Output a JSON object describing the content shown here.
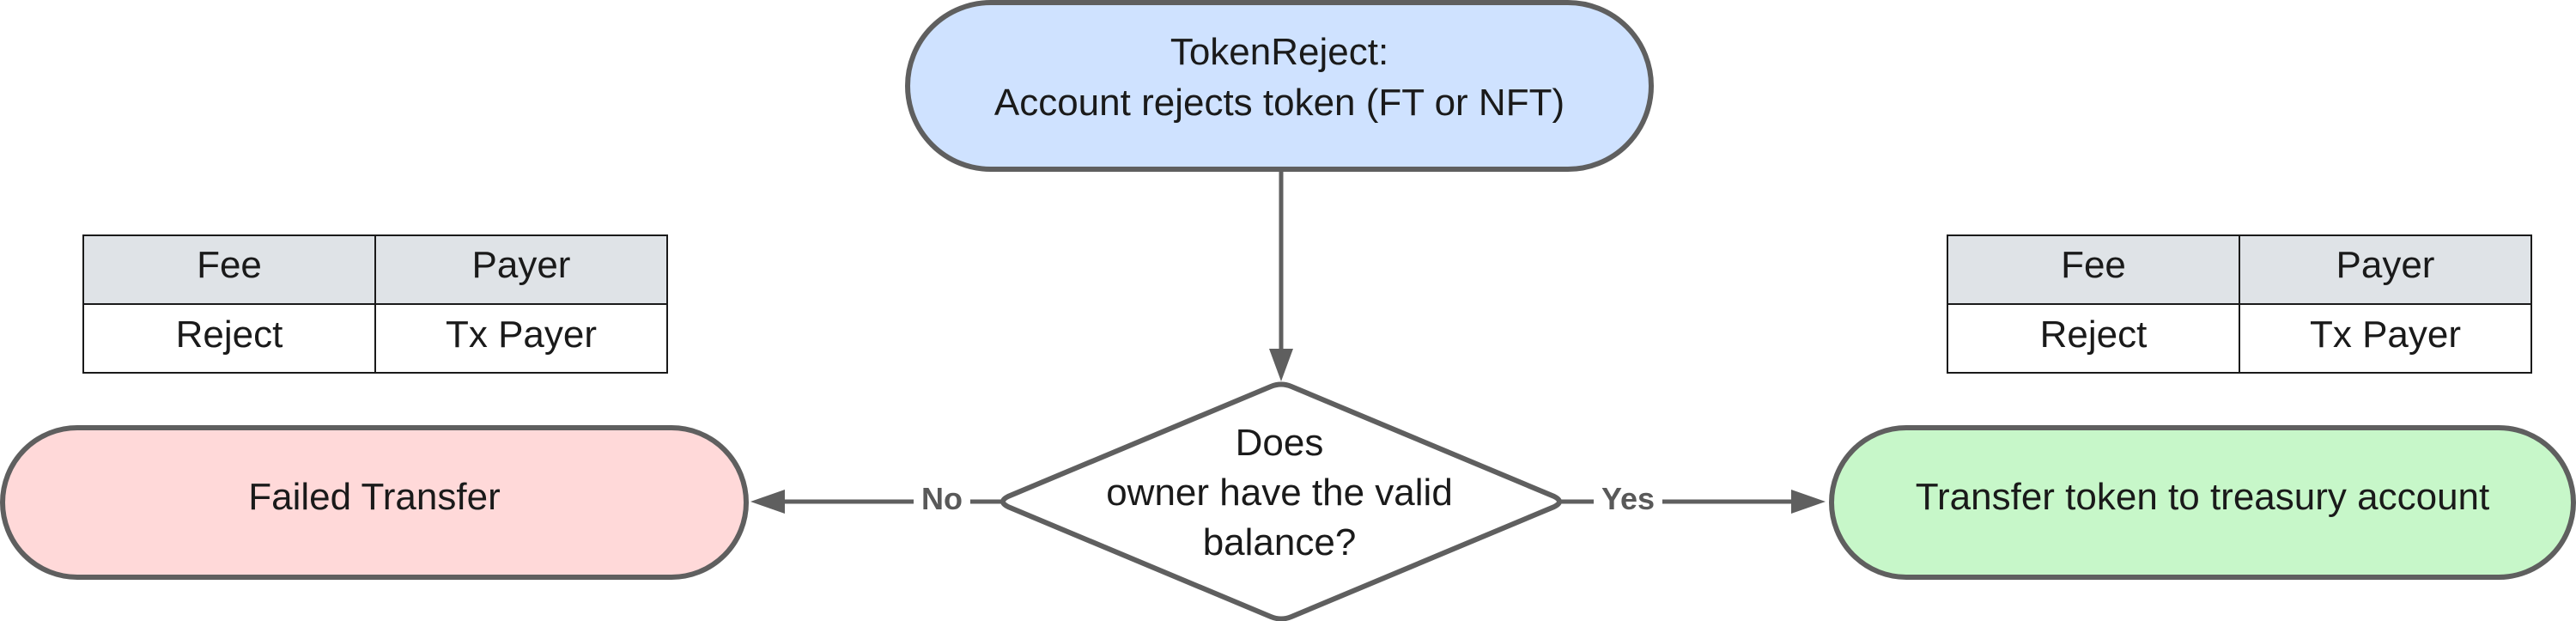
{
  "colors": {
    "stroke": "#5f5f5f",
    "start_fill": "#cfe2ff",
    "fail_fill": "#ffd9d9",
    "success_fill": "#c7f7c9",
    "table_header_fill": "#dfe3e7",
    "table_body_fill": "#ffffff"
  },
  "start": {
    "line1": "TokenReject:",
    "line2": "Account rejects token (FT or NFT)"
  },
  "decision": {
    "line1": "Does",
    "line2": "owner have the valid",
    "line3": "balance?"
  },
  "fail": {
    "label": "Failed Transfer"
  },
  "success": {
    "label": "Transfer token to treasury account"
  },
  "edges": {
    "no_label": "No",
    "yes_label": "Yes"
  },
  "fee_table_left": {
    "headers": [
      "Fee",
      "Payer"
    ],
    "rows": [
      [
        "Reject",
        "Tx Payer"
      ]
    ]
  },
  "fee_table_right": {
    "headers": [
      "Fee",
      "Payer"
    ],
    "rows": [
      [
        "Reject",
        "Tx Payer"
      ]
    ]
  }
}
